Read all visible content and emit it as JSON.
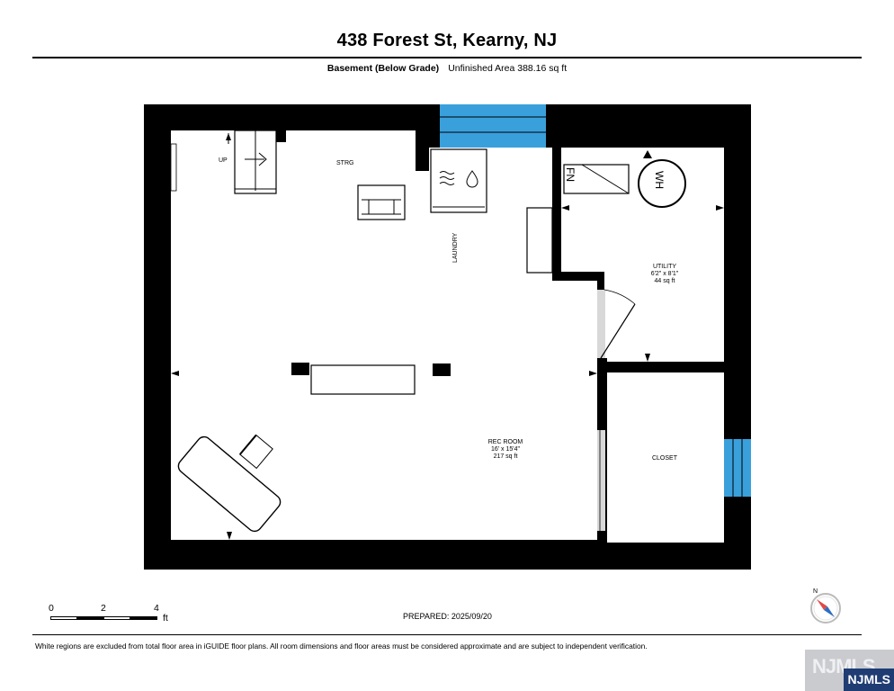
{
  "header": {
    "title": "438 Forest St, Kearny, NJ",
    "level": "Basement (Below Grade)",
    "area": "Unfinished Area 388.16 sq ft"
  },
  "rooms": {
    "storage": {
      "name": "STRG"
    },
    "stairs": {
      "label": "UP"
    },
    "laundry": {
      "name": "LAUNDRY"
    },
    "furnace": {
      "label": "FN"
    },
    "water_heater": {
      "label": "WH"
    },
    "utility": {
      "name": "UTILITY",
      "dims": "6'2\" x 8'1\"",
      "area": "44 sq ft"
    },
    "rec_room": {
      "name": "REC ROOM",
      "dims": "16' x 15'4\"",
      "area": "217 sq ft"
    },
    "closet": {
      "name": "CLOSET"
    }
  },
  "scale": {
    "ticks": [
      "0",
      "2",
      "4"
    ],
    "unit": "ft"
  },
  "prepared": "PREPARED: 2025/09/20",
  "compass": {
    "north": "N"
  },
  "footer": {
    "disclaimer": "White regions are excluded from total floor area in iGUIDE floor plans. All room dimensions and floor areas must be considered approximate and are subject to independent verification."
  },
  "logo": {
    "watermark": "NJMLS",
    "badge": "NJMLS"
  },
  "colors": {
    "wall": "#000000",
    "window": "#3aa0dc",
    "door_leaf": "#d8d8d8",
    "logo_badge": "#1f3c73"
  }
}
